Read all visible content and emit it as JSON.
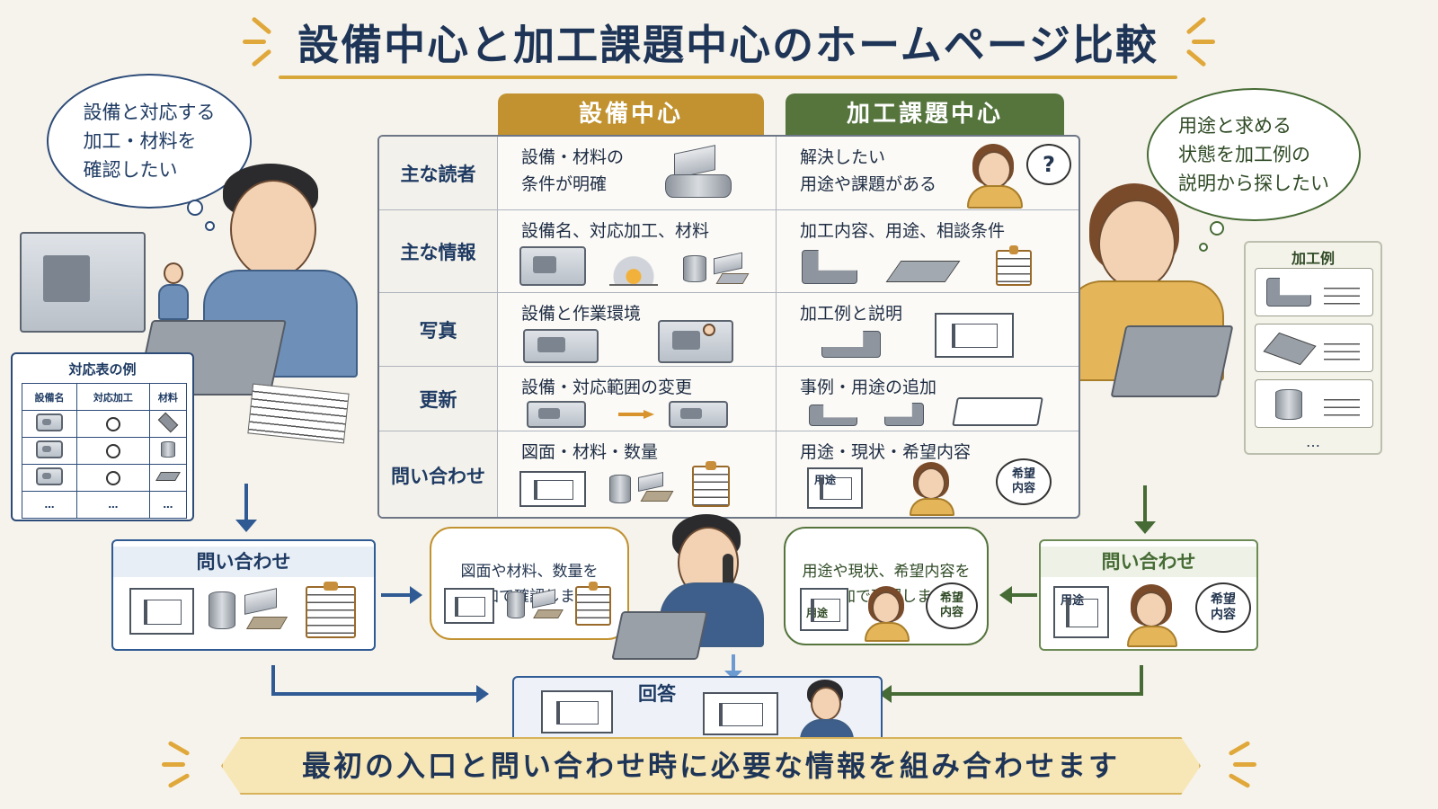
{
  "title": "設備中心と加工課題中心のホームページ比較",
  "left_bubble": "設備と対応する\n加工・材料を\n確認したい",
  "right_bubble": "用途と求める\n状態を加工例の\n説明から探したい",
  "table": {
    "col_equipment": "設備中心",
    "col_process": "加工課題中心",
    "rows": [
      {
        "label": "主な読者",
        "equipment": "設備・材料の\n条件が明確",
        "process": "解決したい\n用途や課題がある"
      },
      {
        "label": "主な情報",
        "equipment": "設備名、対応加工、材料",
        "process": "加工内容、用途、相談条件"
      },
      {
        "label": "写真",
        "equipment": "設備と作業環境",
        "process": "加工例と説明"
      },
      {
        "label": "更新",
        "equipment": "設備・対応範囲の変更",
        "process": "事例・用途の追加"
      },
      {
        "label": "問い合わせ",
        "equipment": "図面・材料・数量",
        "process": "用途・現状・希望内容"
      }
    ],
    "question_mark": "?",
    "use_label": "用途",
    "hope_label": "希望\n内容"
  },
  "mini_table": {
    "title": "対応表の例",
    "headers": [
      "設備名",
      "対応加工",
      "材料"
    ],
    "ellipsis": "…"
  },
  "right_example": {
    "title": "加工例",
    "ellipsis": "…"
  },
  "flow": {
    "left_inquiry": "問い合わせ",
    "right_inquiry": "問い合わせ",
    "left_speech": "図面や材料、数量を\n追加で確認します",
    "right_speech": "用途や現状、希望内容を\n追加で確認します",
    "answer": "回答",
    "use_label": "用途",
    "hope_label": "希望\n内容"
  },
  "banner": "最初の入口と問い合わせ時に必要な情報を組み合わせます",
  "colors": {
    "equipment_header": "#c1922f",
    "process_header": "#55753d",
    "navy": "#1f3b63",
    "arrow_blue": "#2f5a93",
    "arrow_green": "#466b35"
  }
}
